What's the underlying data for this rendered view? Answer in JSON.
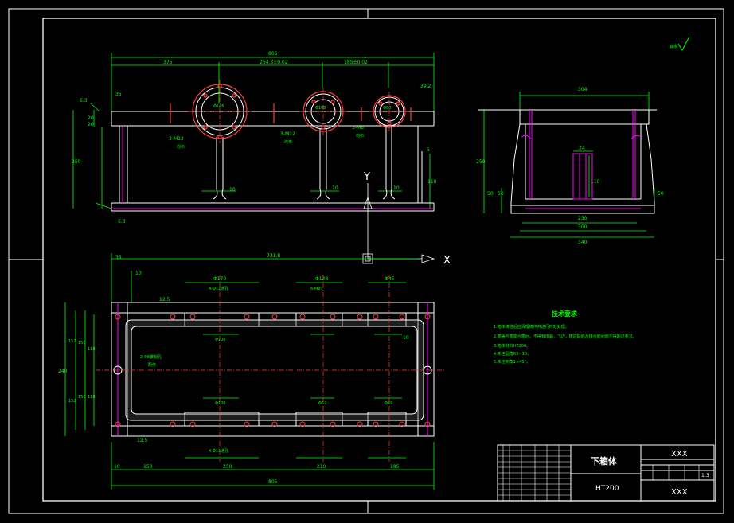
{
  "colors": {
    "background": "#000000",
    "outline": "#ffffff",
    "dimension": "#00ff00",
    "hidden": "#ff00ff",
    "center": "#ff0000",
    "flange": "#ff3b3b"
  },
  "top_view": {
    "overall_width": "805",
    "seg1": "375",
    "seg2": "254.3±0.02",
    "seg3": "185±0.02",
    "right_offset": "39.2",
    "left_dims": [
      "6.3",
      "35",
      "20",
      "20",
      "250",
      "6.3"
    ],
    "flange_height": "5",
    "foot_height": "110",
    "rib_thickness": [
      "10",
      "10",
      "10"
    ],
    "bore_labels": [
      "3-M12",
      "3-M12",
      "3-M8"
    ],
    "bore_notes": [
      "均布",
      "均布",
      "均布"
    ],
    "bore_diameters": [
      "Φ146",
      "Φ108",
      "Φ80"
    ],
    "axis_y": "Y"
  },
  "side_view": {
    "top_width": "304",
    "height": "250",
    "inner_width": "24",
    "inner_height": "110",
    "left_dims": [
      "50",
      "50"
    ],
    "right_dim": "50",
    "bottom_widths": [
      "230",
      "300",
      "340"
    ]
  },
  "plan_view": {
    "overall_length": "731.8",
    "bottom_length": "805",
    "left_margin": "35",
    "top_offset": "10",
    "right_offset": "10",
    "vertical_dims": [
      "240",
      "150",
      "118",
      "150",
      "118",
      "152",
      "152"
    ],
    "top_labels": [
      "Φ170",
      "4-Φ11通孔",
      "Φ128",
      "Φ45",
      "Φ100",
      "6-M8T"
    ],
    "bottom_labels": [
      "Φ100",
      "Φ52",
      "Φ49",
      "4-Φ11通孔"
    ],
    "bottom_dims": [
      "150",
      "250",
      "210",
      "185",
      "10"
    ],
    "roughness": [
      "12.5",
      "12.5"
    ],
    "pin_note": "2-Φ8锥销孔",
    "pin_note2": "配作",
    "axis_x": "X"
  },
  "requirements": {
    "title": "技术要求",
    "items": [
      "1.箱体铸造后应清理铸件并进行时效处理。",
      "2.箱盖与箱座合箱后，不得有渗漏，飞边，铸造缺陷及接合面间隙不得超过要求。",
      "3.箱体材料HT200。",
      "4.未注圆角R3~10。",
      "5.未注倒角1×45°。"
    ]
  },
  "title_block": {
    "part_name": "下箱体",
    "material": "HT200",
    "code_top": "XXX",
    "code_bottom": "XXX",
    "scale": "1:3"
  },
  "roughness_corner": "其余"
}
